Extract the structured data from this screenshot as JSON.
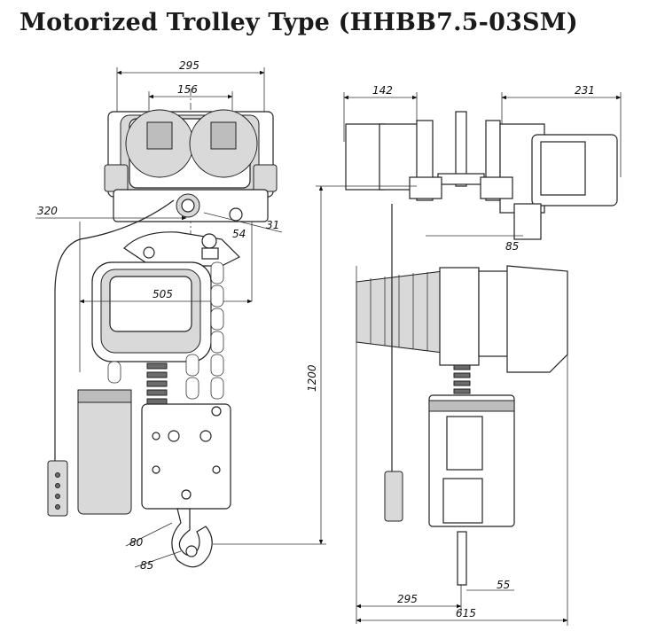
{
  "title": "Motorized Trolley Type (HHBB7.5-03SM)",
  "dimensions": {
    "d295_top": "295",
    "d156": "156",
    "d320": "320",
    "d31": "31",
    "d54": "54",
    "d505": "505",
    "d80": "80",
    "d85_left": "85",
    "d1200": "1200",
    "d142": "142",
    "d231": "231",
    "d85_right": "85",
    "d295_bottom": "295",
    "d55": "55",
    "d615": "615"
  }
}
